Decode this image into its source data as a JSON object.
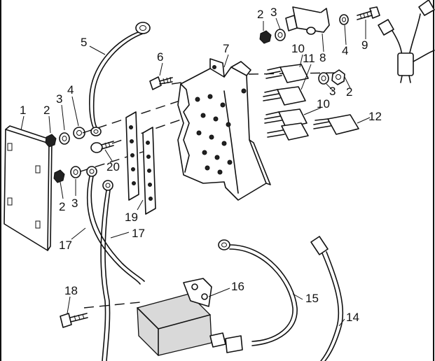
{
  "callouts": [
    {
      "id": "1",
      "text": "1"
    },
    {
      "id": "2a",
      "text": "2"
    },
    {
      "id": "3a",
      "text": "3"
    },
    {
      "id": "4a",
      "text": "4"
    },
    {
      "id": "5",
      "text": "5"
    },
    {
      "id": "6",
      "text": "6"
    },
    {
      "id": "7",
      "text": "7"
    },
    {
      "id": "2b",
      "text": "2"
    },
    {
      "id": "3b",
      "text": "3"
    },
    {
      "id": "8",
      "text": "8"
    },
    {
      "id": "4b",
      "text": "4"
    },
    {
      "id": "9",
      "text": "9"
    },
    {
      "id": "10a",
      "text": "10"
    },
    {
      "id": "11",
      "text": "11"
    },
    {
      "id": "3c",
      "text": "3"
    },
    {
      "id": "2c",
      "text": "2"
    },
    {
      "id": "10b",
      "text": "10"
    },
    {
      "id": "12",
      "text": "12"
    },
    {
      "id": "20",
      "text": "20"
    },
    {
      "id": "2d",
      "text": "2"
    },
    {
      "id": "3d",
      "text": "3"
    },
    {
      "id": "19",
      "text": "19"
    },
    {
      "id": "17a",
      "text": "17"
    },
    {
      "id": "17b",
      "text": "17"
    },
    {
      "id": "18",
      "text": "18"
    },
    {
      "id": "16",
      "text": "16"
    },
    {
      "id": "15",
      "text": "15"
    },
    {
      "id": "14",
      "text": "14"
    }
  ]
}
